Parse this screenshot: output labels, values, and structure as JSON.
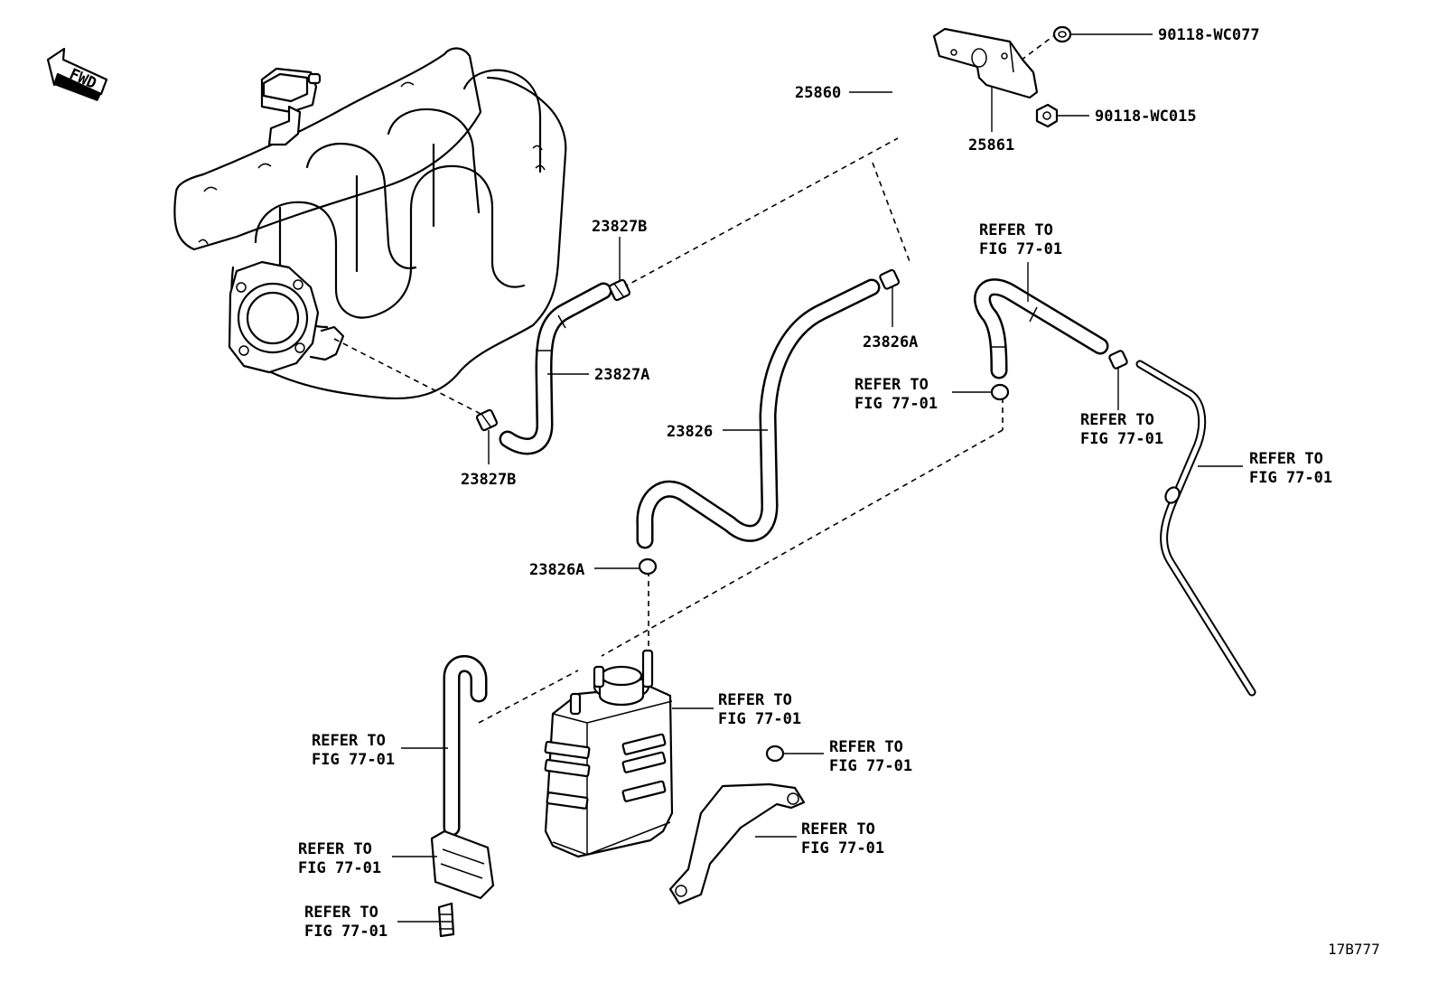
{
  "fwd_label": "FWD",
  "figure_code": "17B777",
  "callouts": {
    "c90118_wc077": "90118-WC077",
    "c25860": "25860",
    "c90118_wc015": "90118-WC015",
    "c25861": "25861",
    "c23827b_top": "23827B",
    "c23827a": "23827A",
    "c23827b_bottom": "23827B",
    "c23826": "23826",
    "c23826a_top": "23826A",
    "c23826a_bottom": "23826A"
  },
  "refer_notes": {
    "line1": "REFER TO",
    "line2": "FIG 77-01"
  }
}
